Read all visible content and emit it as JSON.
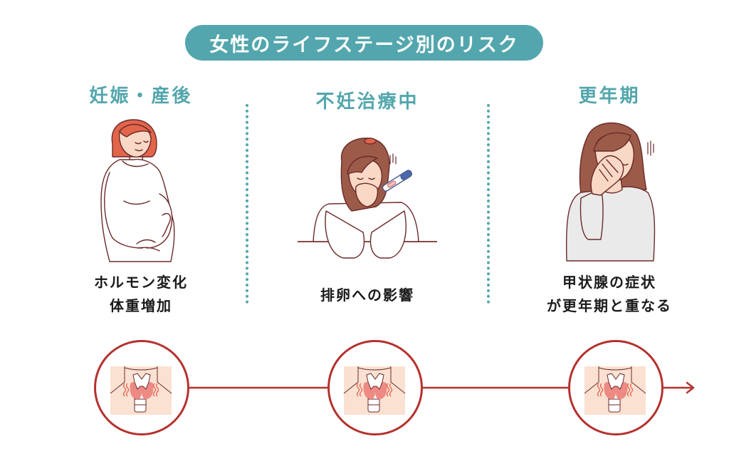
{
  "colors": {
    "teal": "#53a6ad",
    "red": "#b5312e",
    "text": "#1a1a1a",
    "skin": "#f9d8c6",
    "thyroid": "#ee8a84"
  },
  "title": "女性のライフステージ別のリスク",
  "stages": [
    {
      "heading": "妊娠・産後",
      "illustration": "pregnant-woman-icon",
      "caption_lines": [
        "ホルモン変化",
        "体重増加"
      ]
    },
    {
      "heading": "不妊治療中",
      "illustration": "worried-woman-with-pregnancy-test-icon",
      "caption_lines": [
        "排卵への影響"
      ]
    },
    {
      "heading": "更年期",
      "illustration": "woman-facepalm-icon",
      "caption_lines": [
        "甲状腺の症状",
        "が更年期と重なる"
      ]
    }
  ],
  "timeline": {
    "nodes": [
      "thyroid-icon",
      "thyroid-icon",
      "thyroid-icon"
    ],
    "end": "arrow-right-icon"
  }
}
